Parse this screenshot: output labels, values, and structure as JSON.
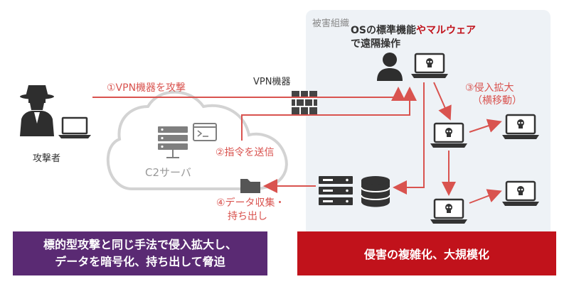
{
  "victim_zone_label": "被害組織",
  "attacker_label": "攻撃者",
  "vpn_label": "VPN機器",
  "c2_label": "C2サーバ",
  "os_caption_line1_a": "OSの標準機能",
  "os_caption_line1_b": "やマルウェア",
  "os_caption_line2": "で遠隔操作",
  "step1": "①VPN機器を攻撃",
  "step2": "②指令を送信",
  "step3_line1": "③侵入拡大",
  "step3_line2": "（横移動）",
  "step4_line1": "④データ収集・",
  "step4_line2": "持ち出し",
  "banner_left_line1": "標的型攻撃と同じ手法で侵入拡大し、",
  "banner_left_line2": "データを暗号化、持ち出して脅迫",
  "banner_right": "侵害の複雑化、大規模化",
  "colors": {
    "accent_red": "#d9534f",
    "purple": "#5a2a73",
    "dark_red": "#c1121b",
    "zone_bg": "#eef2f6"
  }
}
